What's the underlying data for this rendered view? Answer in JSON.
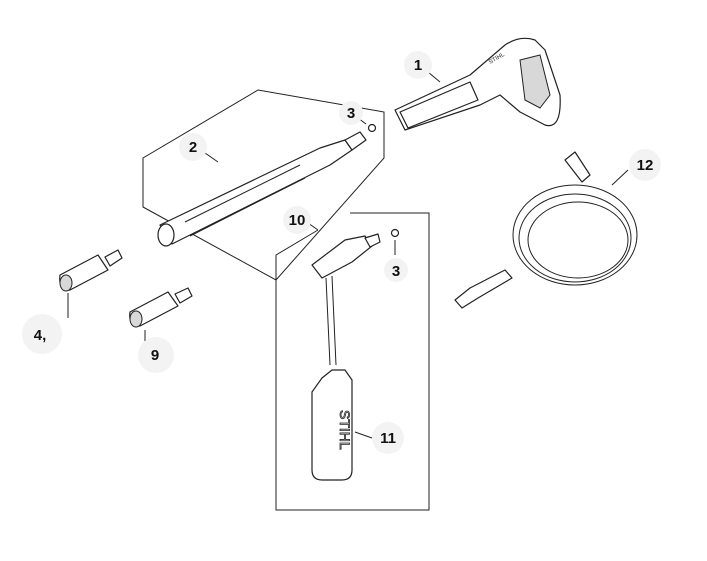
{
  "title": "Pressure washer accessories parts diagram",
  "callouts": [
    {
      "id": "1",
      "text": "1",
      "part": "spray-gun"
    },
    {
      "id": "2",
      "text": "2",
      "part": "spray-lance"
    },
    {
      "id": "3a",
      "text": "3",
      "part": "o-ring"
    },
    {
      "id": "3b",
      "text": "3",
      "part": "o-ring"
    },
    {
      "id": "4",
      "text": "4,",
      "part": "flat-jet-nozzle"
    },
    {
      "id": "9",
      "text": "9",
      "part": "rotary-nozzle"
    },
    {
      "id": "10",
      "text": "10",
      "part": "foam-nozzle"
    },
    {
      "id": "11",
      "text": "11",
      "part": "detergent-bottle"
    },
    {
      "id": "12",
      "text": "12",
      "part": "high-pressure-hose"
    }
  ],
  "brand_marks": {
    "gun": "STIHL",
    "bottle": "STIHL"
  }
}
